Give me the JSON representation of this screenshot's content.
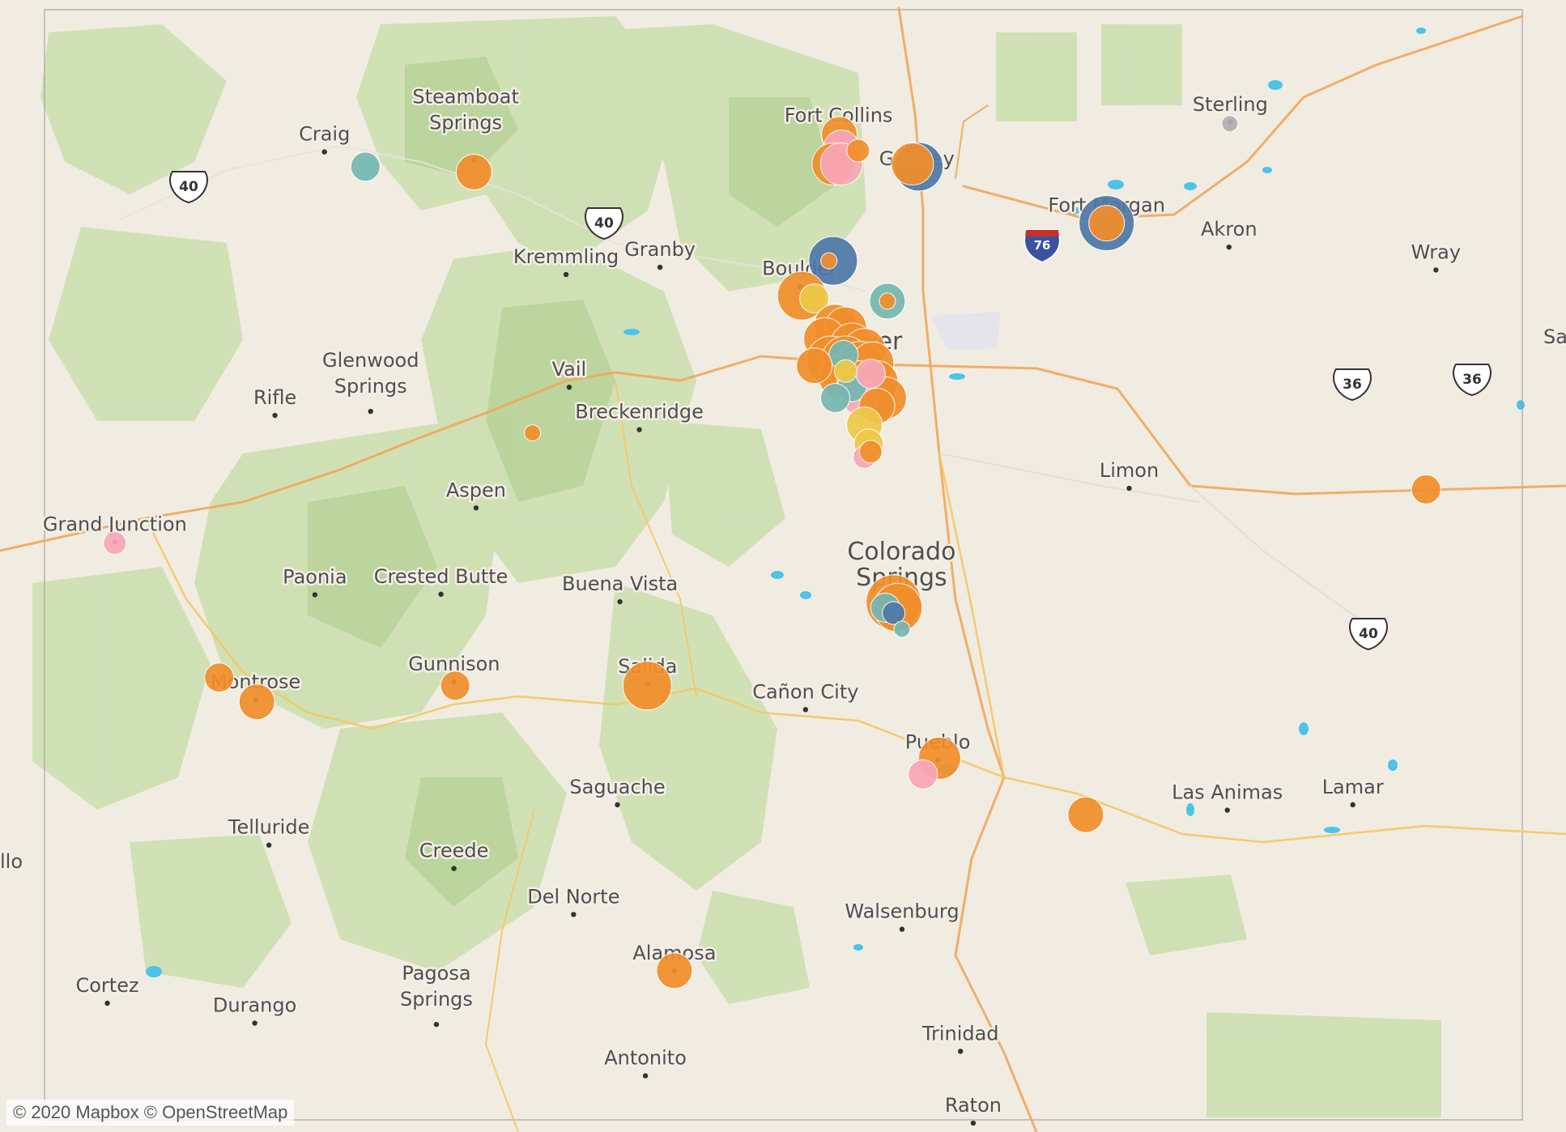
{
  "map": {
    "attribution": "© 2020 Mapbox © OpenStreetMap",
    "colors": {
      "background": "#f1ece2",
      "forest": "#cfe0b3",
      "forest_dark": "#b9d39a",
      "road": "#f2a65a",
      "highway": "#f6c75f",
      "water": "#4dc3e8",
      "urban": "#e4e4ea",
      "border": "#9a9a9a",
      "marker_orange": "#f28e2b",
      "marker_blue": "#4e79a7",
      "marker_pink": "#f9a6b8",
      "marker_teal": "#76b7b2",
      "marker_yellow": "#edc948",
      "marker_gray": "#b0b0b0"
    },
    "cities": [
      {
        "id": "craig",
        "label": "Craig",
        "lon": -107.546,
        "lat": 40.515
      },
      {
        "id": "steamboat-springs",
        "label": "Steamboat Springs",
        "lon": -106.831,
        "lat": 40.485
      },
      {
        "id": "fort-collins",
        "label": "Fort Collins",
        "lon": -105.084,
        "lat": 40.585
      },
      {
        "id": "greeley",
        "label": "Greeley",
        "lon": -104.709,
        "lat": 40.423
      },
      {
        "id": "sterling",
        "label": "Sterling",
        "lon": -103.208,
        "lat": 40.626
      },
      {
        "id": "fort-morgan",
        "label": "Fort Morgan",
        "lon": -103.8,
        "lat": 40.25
      },
      {
        "id": "akron",
        "label": "Akron",
        "lon": -103.214,
        "lat": 40.161
      },
      {
        "id": "wray",
        "label": "Wray",
        "lon": -102.223,
        "lat": 40.076
      },
      {
        "id": "kremmling",
        "label": "Kremmling",
        "lon": -106.389,
        "lat": 40.059
      },
      {
        "id": "granby",
        "label": "Granby",
        "lon": -105.939,
        "lat": 40.086
      },
      {
        "id": "boulder",
        "label": "Boulder",
        "lon": -105.27,
        "lat": 40.015
      },
      {
        "id": "denver",
        "label": "Denver",
        "lon": -104.99,
        "lat": 39.739
      },
      {
        "id": "glenwood-springs",
        "label": "Glenwood Springs",
        "lon": -107.325,
        "lat": 39.55
      },
      {
        "id": "rifle",
        "label": "Rifle",
        "lon": -107.783,
        "lat": 39.535
      },
      {
        "id": "vail",
        "label": "Vail",
        "lon": -106.374,
        "lat": 39.64
      },
      {
        "id": "breckenridge",
        "label": "Breckenridge",
        "lon": -106.038,
        "lat": 39.482
      },
      {
        "id": "aspen",
        "label": "Aspen",
        "lon": -106.82,
        "lat": 39.191
      },
      {
        "id": "limon",
        "label": "Limon",
        "lon": -103.692,
        "lat": 39.264
      },
      {
        "id": "grand-junction",
        "label": "Grand Junction",
        "lon": -108.55,
        "lat": 39.064
      },
      {
        "id": "paonia",
        "label": "Paonia",
        "lon": -107.592,
        "lat": 38.868
      },
      {
        "id": "crested-butte",
        "label": "Crested Butte",
        "lon": -106.988,
        "lat": 38.87
      },
      {
        "id": "buena-vista",
        "label": "Buena Vista",
        "lon": -106.131,
        "lat": 38.842
      },
      {
        "id": "colorado-springs",
        "label": "Colorado Springs",
        "lon": -104.821,
        "lat": 38.834
      },
      {
        "id": "gunnison",
        "label": "Gunnison",
        "lon": -106.925,
        "lat": 38.545
      },
      {
        "id": "montrose",
        "label": "Montrose",
        "lon": -107.876,
        "lat": 38.478
      },
      {
        "id": "salida",
        "label": "Salida",
        "lon": -105.998,
        "lat": 38.535
      },
      {
        "id": "canon-city",
        "label": "Cañon City",
        "lon": -105.242,
        "lat": 38.441
      },
      {
        "id": "pueblo",
        "label": "Pueblo",
        "lon": -104.609,
        "lat": 38.254
      },
      {
        "id": "saguache",
        "label": "Saguache",
        "lon": -106.143,
        "lat": 38.087
      },
      {
        "id": "las-animas",
        "label": "Las Animas",
        "lon": -103.222,
        "lat": 38.067
      },
      {
        "id": "lamar",
        "label": "Lamar",
        "lon": -102.621,
        "lat": 38.087
      },
      {
        "id": "telluride",
        "label": "Telluride",
        "lon": -107.812,
        "lat": 37.937
      },
      {
        "id": "creede",
        "label": "Creede",
        "lon": -106.926,
        "lat": 37.85
      },
      {
        "id": "del-norte",
        "label": "Del Norte",
        "lon": -106.353,
        "lat": 37.679
      },
      {
        "id": "walsenburg",
        "label": "Walsenburg",
        "lon": -104.78,
        "lat": 37.624
      },
      {
        "id": "alamosa",
        "label": "Alamosa",
        "lon": -105.87,
        "lat": 37.47
      },
      {
        "id": "cortez",
        "label": "Cortez",
        "lon": -108.586,
        "lat": 37.349
      },
      {
        "id": "durango",
        "label": "Durango",
        "lon": -107.88,
        "lat": 37.275
      },
      {
        "id": "pagosa-springs",
        "label": "Pagosa Springs",
        "lon": -107.01,
        "lat": 37.27
      },
      {
        "id": "trinidad",
        "label": "Trinidad",
        "lon": -104.5,
        "lat": 37.17
      },
      {
        "id": "antonito",
        "label": "Antonito",
        "lon": -106.009,
        "lat": 37.079
      },
      {
        "id": "raton",
        "label": "Raton",
        "lon": -104.439,
        "lat": 36.903
      }
    ],
    "edge_labels": [
      {
        "id": "moab-edge",
        "label": "llo"
      },
      {
        "id": "sa-edge",
        "label": "Sa"
      }
    ],
    "shields": [
      {
        "id": "us40-west",
        "type": "us",
        "label": "40"
      },
      {
        "id": "us40-kremmling",
        "type": "us",
        "label": "40"
      },
      {
        "id": "i76",
        "type": "interstate",
        "label": "76"
      },
      {
        "id": "us36-a",
        "type": "us",
        "label": "36"
      },
      {
        "id": "us36-b",
        "type": "us",
        "label": "36"
      },
      {
        "id": "us40-east",
        "type": "us",
        "label": "40"
      }
    ],
    "markers": [
      {
        "lon": -107.35,
        "lat": 40.46,
        "size": 3,
        "color": "marker_teal"
      },
      {
        "lon": -106.83,
        "lat": 40.44,
        "size": 4,
        "color": "marker_orange"
      },
      {
        "lon": -105.08,
        "lat": 40.58,
        "size": 4,
        "color": "marker_orange"
      },
      {
        "lon": -105.07,
        "lat": 40.53,
        "size": 4,
        "color": "marker_pink"
      },
      {
        "lon": -105.11,
        "lat": 40.47,
        "size": 5,
        "color": "marker_orange"
      },
      {
        "lon": -105.07,
        "lat": 40.47,
        "size": 5,
        "color": "marker_pink"
      },
      {
        "lon": -104.99,
        "lat": 40.52,
        "size": 2,
        "color": "marker_orange"
      },
      {
        "lon": -104.7,
        "lat": 40.46,
        "size": 6,
        "color": "marker_blue"
      },
      {
        "lon": -104.73,
        "lat": 40.47,
        "size": 5,
        "color": "marker_orange"
      },
      {
        "lon": -103.8,
        "lat": 40.25,
        "size": 7,
        "color": "marker_blue"
      },
      {
        "lon": -103.8,
        "lat": 40.25,
        "size": 4,
        "color": "marker_orange"
      },
      {
        "lon": -105.11,
        "lat": 40.11,
        "size": 6,
        "color": "marker_blue"
      },
      {
        "lon": -105.13,
        "lat": 40.11,
        "size": 1,
        "color": "marker_orange"
      },
      {
        "lon": -105.26,
        "lat": 39.98,
        "size": 6,
        "color": "marker_orange"
      },
      {
        "lon": -105.2,
        "lat": 39.97,
        "size": 3,
        "color": "marker_yellow"
      },
      {
        "lon": -104.85,
        "lat": 39.96,
        "size": 4,
        "color": "marker_teal"
      },
      {
        "lon": -104.85,
        "lat": 39.96,
        "size": 1,
        "color": "marker_orange"
      },
      {
        "lon": -105.1,
        "lat": 39.87,
        "size": 5,
        "color": "marker_orange"
      },
      {
        "lon": -105.05,
        "lat": 39.86,
        "size": 5,
        "color": "marker_orange"
      },
      {
        "lon": -105.15,
        "lat": 39.82,
        "size": 5,
        "color": "marker_orange"
      },
      {
        "lon": -105.02,
        "lat": 39.8,
        "size": 5,
        "color": "marker_orange"
      },
      {
        "lon": -104.96,
        "lat": 39.78,
        "size": 5,
        "color": "marker_orange"
      },
      {
        "lon": -105.12,
        "lat": 39.74,
        "size": 6,
        "color": "marker_orange"
      },
      {
        "lon": -105.05,
        "lat": 39.74,
        "size": 6,
        "color": "marker_orange"
      },
      {
        "lon": -104.98,
        "lat": 39.72,
        "size": 6,
        "color": "marker_orange"
      },
      {
        "lon": -104.92,
        "lat": 39.73,
        "size": 5,
        "color": "marker_orange"
      },
      {
        "lon": -105.08,
        "lat": 39.68,
        "size": 5,
        "color": "marker_orange"
      },
      {
        "lon": -104.99,
        "lat": 39.66,
        "size": 5,
        "color": "marker_orange"
      },
      {
        "lon": -104.9,
        "lat": 39.66,
        "size": 5,
        "color": "marker_orange"
      },
      {
        "lon": -104.86,
        "lat": 39.6,
        "size": 5,
        "color": "marker_orange"
      },
      {
        "lon": -104.98,
        "lat": 39.6,
        "size": 4,
        "color": "marker_pink"
      },
      {
        "lon": -105.02,
        "lat": 39.64,
        "size": 3,
        "color": "marker_teal"
      },
      {
        "lon": -104.93,
        "lat": 39.69,
        "size": 3,
        "color": "marker_pink"
      },
      {
        "lon": -105.06,
        "lat": 39.76,
        "size": 3,
        "color": "marker_teal"
      },
      {
        "lon": -105.2,
        "lat": 39.72,
        "size": 4,
        "color": "marker_orange"
      },
      {
        "lon": -105.1,
        "lat": 39.6,
        "size": 3,
        "color": "marker_teal"
      },
      {
        "lon": -105.05,
        "lat": 39.7,
        "size": 2,
        "color": "marker_yellow"
      },
      {
        "lon": -104.9,
        "lat": 39.57,
        "size": 4,
        "color": "marker_orange"
      },
      {
        "lon": -104.96,
        "lat": 39.5,
        "size": 4,
        "color": "marker_yellow"
      },
      {
        "lon": -104.94,
        "lat": 39.43,
        "size": 3,
        "color": "marker_yellow"
      },
      {
        "lon": -104.96,
        "lat": 39.38,
        "size": 2,
        "color": "marker_pink"
      },
      {
        "lon": -104.93,
        "lat": 39.4,
        "size": 2,
        "color": "marker_orange"
      },
      {
        "lon": -104.82,
        "lat": 38.84,
        "size": 7,
        "color": "marker_orange"
      },
      {
        "lon": -104.8,
        "lat": 38.82,
        "size": 6,
        "color": "marker_orange"
      },
      {
        "lon": -104.86,
        "lat": 38.82,
        "size": 3,
        "color": "marker_teal"
      },
      {
        "lon": -104.82,
        "lat": 38.8,
        "size": 2,
        "color": "marker_blue"
      },
      {
        "lon": -104.78,
        "lat": 38.74,
        "size": 1,
        "color": "marker_teal"
      },
      {
        "lon": -104.6,
        "lat": 38.26,
        "size": 5,
        "color": "marker_orange"
      },
      {
        "lon": -104.68,
        "lat": 38.2,
        "size": 3,
        "color": "marker_pink"
      },
      {
        "lon": -103.9,
        "lat": 38.05,
        "size": 4,
        "color": "marker_orange"
      },
      {
        "lon": -102.27,
        "lat": 39.26,
        "size": 3,
        "color": "marker_orange"
      },
      {
        "lon": -106.0,
        "lat": 38.53,
        "size": 6,
        "color": "marker_orange"
      },
      {
        "lon": -106.92,
        "lat": 38.53,
        "size": 3,
        "color": "marker_orange"
      },
      {
        "lon": -107.87,
        "lat": 38.47,
        "size": 4,
        "color": "marker_orange"
      },
      {
        "lon": -108.05,
        "lat": 38.56,
        "size": 3,
        "color": "marker_orange"
      },
      {
        "lon": -108.55,
        "lat": 39.06,
        "size": 2,
        "color": "marker_pink"
      },
      {
        "lon": -106.55,
        "lat": 39.47,
        "size": 1,
        "color": "marker_orange"
      },
      {
        "lon": -105.87,
        "lat": 37.47,
        "size": 4,
        "color": "marker_orange"
      },
      {
        "lon": -103.21,
        "lat": 40.62,
        "size": 1,
        "color": "marker_gray"
      }
    ]
  }
}
